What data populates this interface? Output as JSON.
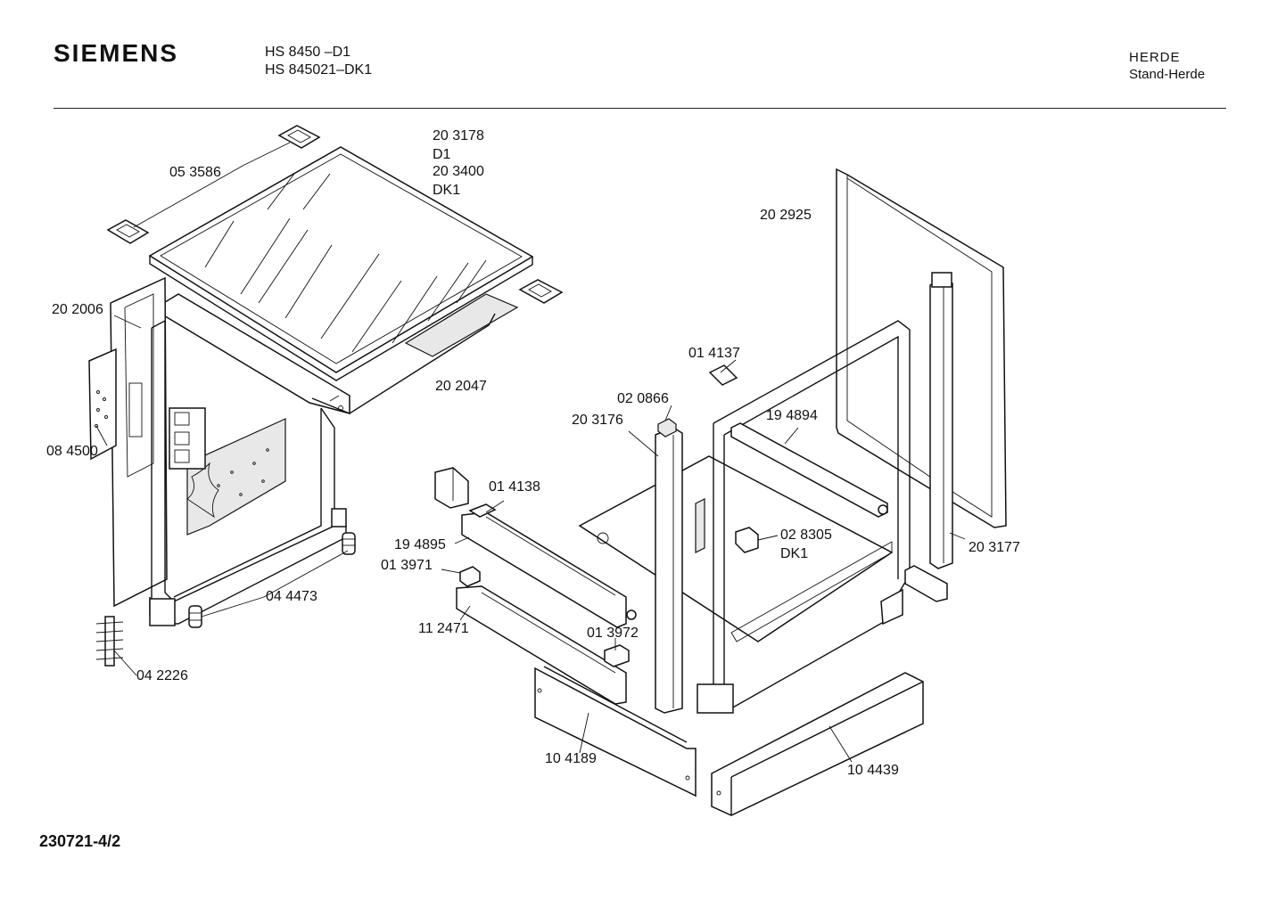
{
  "header": {
    "brand": "SIEMENS",
    "model_line1": "HS 8450    –D1",
    "model_line2": "HS 845021–DK1",
    "category": "HERDE",
    "subcategory": "Stand-Herde"
  },
  "footer": {
    "drawing_number": "230721-4/2"
  },
  "parts": [
    {
      "id": "top-glass",
      "lines": [
        "20 3178",
        "D1",
        "20 3400",
        "DK1"
      ]
    },
    {
      "id": "clip-top",
      "lines": [
        "05 3586"
      ]
    },
    {
      "id": "side-panel-left",
      "lines": [
        "20 2006"
      ]
    },
    {
      "id": "hinge-plate",
      "lines": [
        "08 4500"
      ]
    },
    {
      "id": "front-strip",
      "lines": [
        "20 2047"
      ]
    },
    {
      "id": "back-panel",
      "lines": [
        "20 2925"
      ]
    },
    {
      "id": "clip-small",
      "lines": [
        "01 4137"
      ]
    },
    {
      "id": "cap",
      "lines": [
        "02 0866"
      ]
    },
    {
      "id": "column-front",
      "lines": [
        "20 3176"
      ]
    },
    {
      "id": "rail-right",
      "lines": [
        "19 4894"
      ]
    },
    {
      "id": "bracket-a",
      "lines": [
        "01 4138"
      ]
    },
    {
      "id": "rail-middle",
      "lines": [
        "19 4895"
      ]
    },
    {
      "id": "slider-a",
      "lines": [
        "01 3971"
      ]
    },
    {
      "id": "holder",
      "lines": [
        "02 8305",
        "DK1"
      ]
    },
    {
      "id": "column-rear",
      "lines": [
        "20 3177"
      ]
    },
    {
      "id": "foot",
      "lines": [
        "04 4473"
      ]
    },
    {
      "id": "rail-lower",
      "lines": [
        "11 2471"
      ]
    },
    {
      "id": "slider-b",
      "lines": [
        "01 3972"
      ]
    },
    {
      "id": "comb-bracket",
      "lines": [
        "04 2226"
      ]
    },
    {
      "id": "plinth-front",
      "lines": [
        "10 4189"
      ]
    },
    {
      "id": "plinth-side",
      "lines": [
        "10 4439"
      ]
    }
  ]
}
